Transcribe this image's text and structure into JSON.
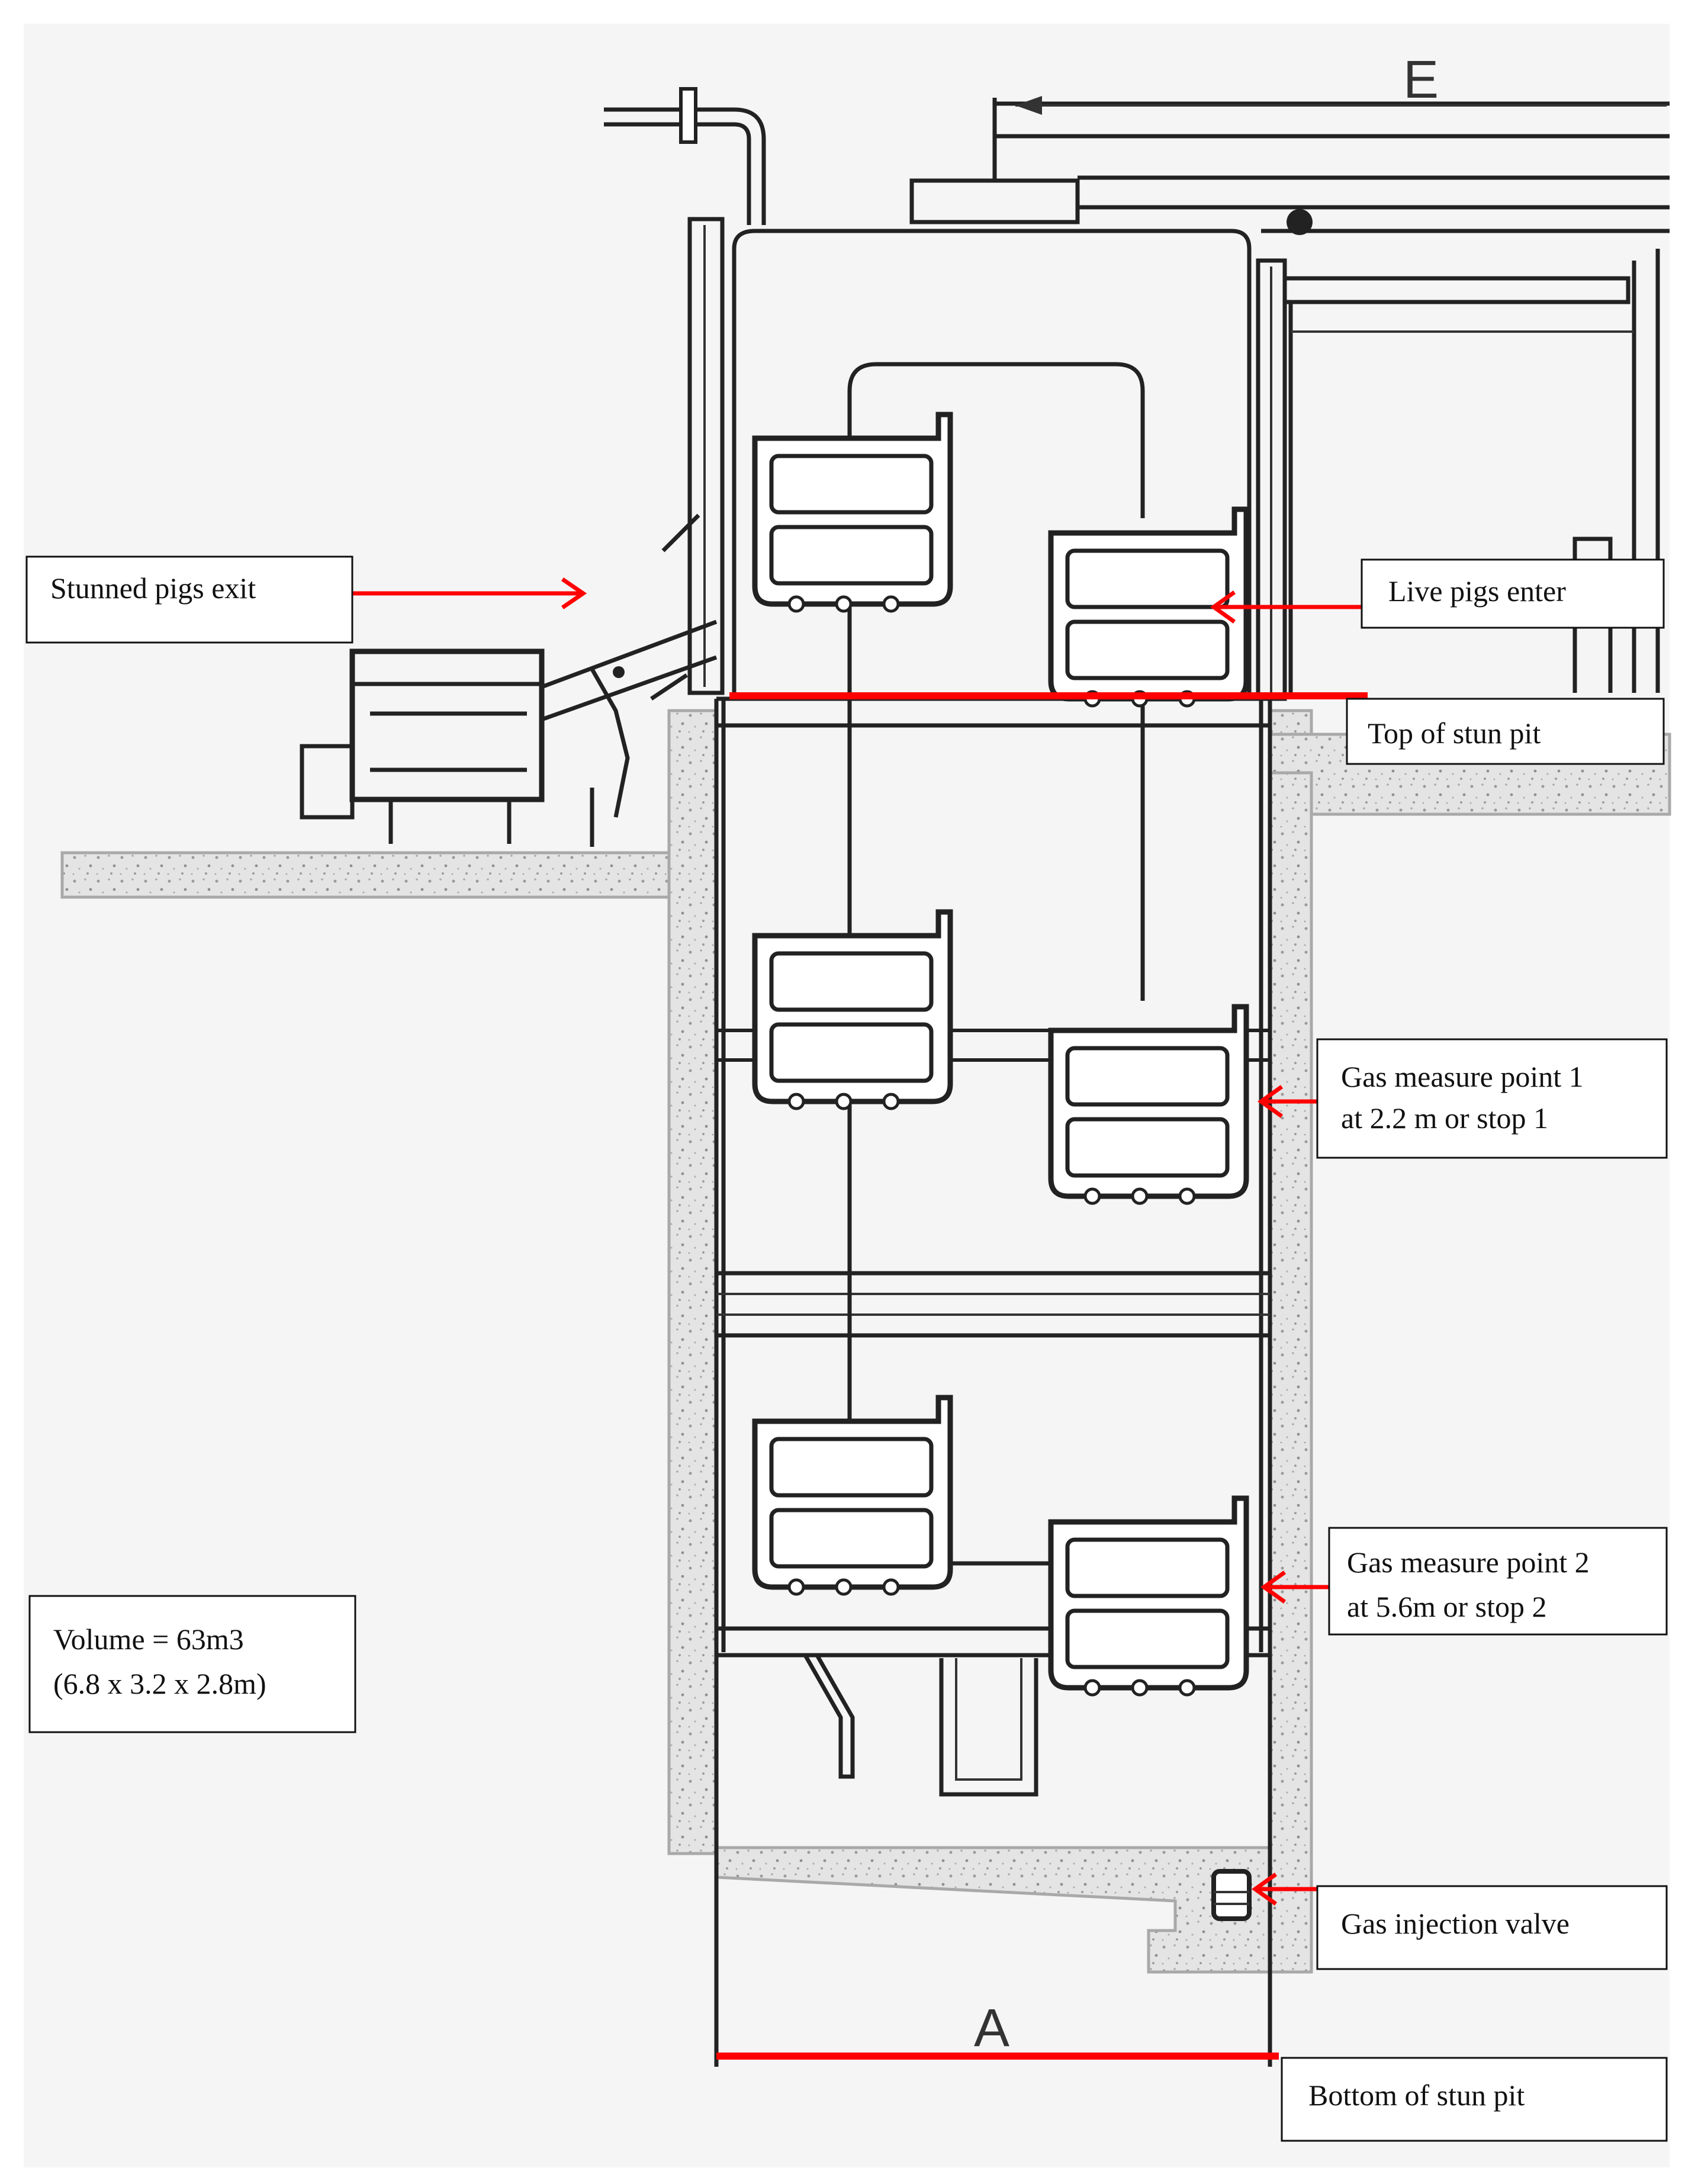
{
  "figure": {
    "dimensions": {
      "top": "E",
      "bottom": "A"
    },
    "labels": {
      "stunned_exit": "Stunned pigs exit",
      "live_enter": "Live pigs enter",
      "top_of_pit": "Top of stun pit",
      "gas_point_1": [
        "Gas measure point 1",
        "at 2.2 m or stop 1"
      ],
      "gas_point_2": [
        "Gas measure point 2",
        "at 5.6m or stop 2"
      ],
      "volume": [
        "Volume = 63m3",
        "(6.8 x 3.2 x 2.8m)"
      ],
      "injection_valve": "Gas injection valve",
      "bottom_of_pit": "Bottom of stun pit"
    },
    "colors": {
      "annotation": "#ff0000",
      "line": "#222222",
      "concrete": "#e2e2e2"
    }
  }
}
